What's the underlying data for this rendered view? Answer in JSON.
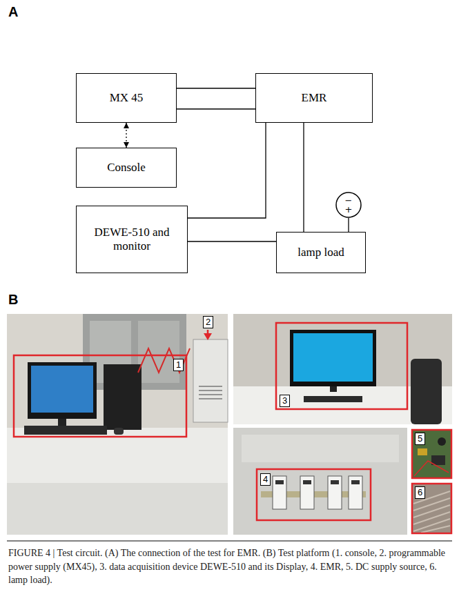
{
  "diagram": {
    "caption": "FIGURE 4 | Test circuit. (A) The connection of the test for EMR. (B) Test platform (1. console, 2. programmable power supply (MX45), 3. data acquisition device DEWE-510 and its Display, 4. EMR, 5. DC supply source, 6. lamp load).",
    "nodes": [
      {
        "text": [
          "MX 45"
        ]
      },
      {
        "text": [
          "EMR"
        ]
      },
      {
        "text": [
          "Console"
        ]
      },
      {
        "text": [
          "DEWE-510 and monitor"
        ]
      },
      {
        "text": [
          "−",
          "+"
        ]
      },
      {
        "text": [
          "lamp load"
        ]
      }
    ],
    "edges": [
      {
        "from": 0,
        "to": 1,
        "arrow": "none"
      },
      {
        "from": 0,
        "to": 1,
        "arrow": "none"
      },
      {
        "from": 0,
        "to": 2,
        "arrow": "both"
      },
      {
        "from": 1,
        "to": 3,
        "arrow": "none"
      },
      {
        "from": 1,
        "to": 5,
        "arrow": "none"
      },
      {
        "from": 3,
        "to": 5,
        "arrow": "none"
      },
      {
        "from": 4,
        "to": 5,
        "arrow": "none"
      }
    ],
    "labels": [
      "A",
      "B",
      "1",
      "2",
      "3",
      "4",
      "5",
      "6"
    ]
  }
}
